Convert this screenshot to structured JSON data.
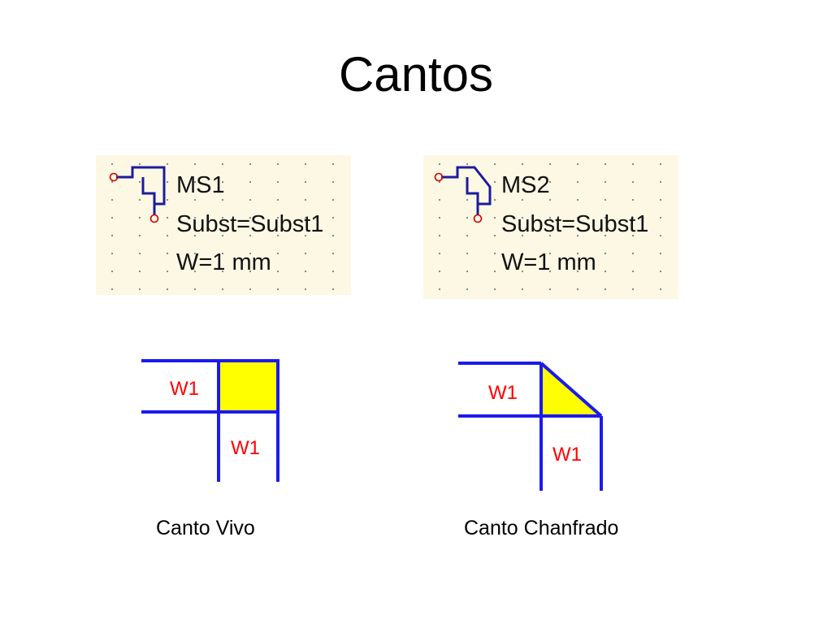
{
  "title": "Cantos",
  "components": [
    {
      "name": "MS1",
      "subst": "Subst=Subst1",
      "width": "W=1 mm"
    },
    {
      "name": "MS2",
      "subst": "Subst=Subst1",
      "width": "W=1 mm"
    }
  ],
  "diagrams": [
    {
      "label_horizontal": "W1",
      "label_vertical": "W1",
      "caption": "Canto Vivo"
    },
    {
      "label_horizontal": "W1",
      "label_vertical": "W1",
      "caption": "Canto Chanfrado"
    }
  ],
  "colors": {
    "line": "#1a1aee",
    "fill": "#ffff00",
    "label": "#ff0000",
    "symbol": "#1c1c9c",
    "pin": "#cc0000",
    "schematic_bg": "#fdf8e4"
  }
}
